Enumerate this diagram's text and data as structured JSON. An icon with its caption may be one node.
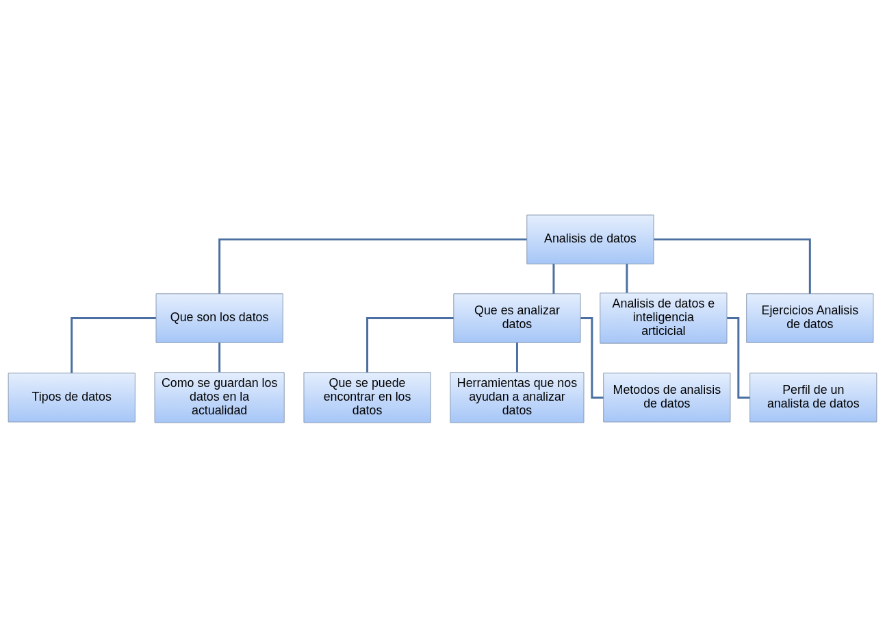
{
  "diagram": {
    "nodes": [
      {
        "text": [
          "Analisis de datos"
        ]
      },
      {
        "text": [
          "Que son los datos"
        ]
      },
      {
        "text": [
          "Que es analizar datos"
        ]
      },
      {
        "text": [
          "Analisis de datos e inteligencia articicial"
        ]
      },
      {
        "text": [
          "Ejercicios Analisis de datos"
        ]
      },
      {
        "text": [
          "Tipos de datos"
        ]
      },
      {
        "text": [
          "Como se guardan los datos en la actualidad"
        ]
      },
      {
        "text": [
          "Que se puede encontrar en los datos"
        ]
      },
      {
        "text": [
          "Herramientas que nos ayudan a analizar datos"
        ]
      },
      {
        "text": [
          "Metodos de analisis de datos"
        ]
      },
      {
        "text": [
          "Perfil de un analista de datos"
        ]
      }
    ],
    "edges": [
      {
        "from": 0,
        "to": 1,
        "arrow": "none"
      },
      {
        "from": 0,
        "to": 2,
        "arrow": "none"
      },
      {
        "from": 0,
        "to": 3,
        "arrow": "none"
      },
      {
        "from": 0,
        "to": 4,
        "arrow": "none"
      },
      {
        "from": 1,
        "to": 5,
        "arrow": "none"
      },
      {
        "from": 1,
        "to": 6,
        "arrow": "none"
      },
      {
        "from": 2,
        "to": 7,
        "arrow": "none"
      },
      {
        "from": 2,
        "to": 8,
        "arrow": "none"
      },
      {
        "from": 2,
        "to": 9,
        "arrow": "none"
      },
      {
        "from": 3,
        "to": 10,
        "arrow": "none"
      }
    ]
  }
}
